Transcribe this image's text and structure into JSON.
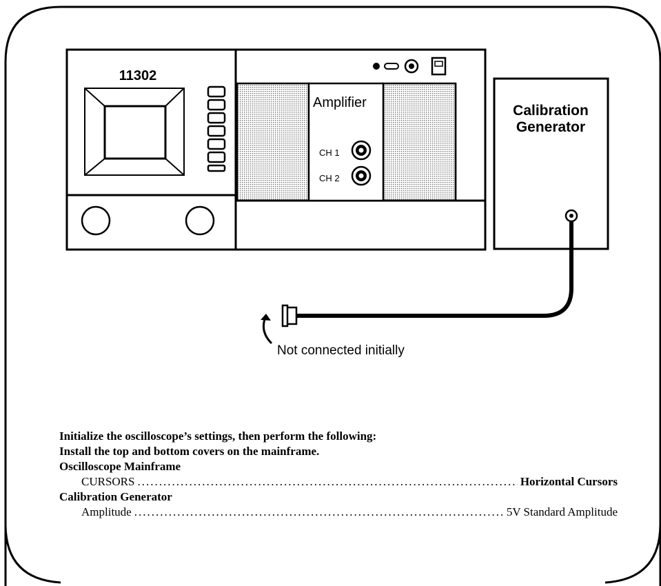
{
  "mainframe": {
    "model": "11302"
  },
  "amplifier": {
    "title": "Amplifier",
    "ch1": "CH 1",
    "ch2": "CH 2"
  },
  "calibration_generator": {
    "line1": "Calibration",
    "line2": "Generator"
  },
  "cable_note": "Not connected initially",
  "instructions": {
    "intro": "Initialize the oscilloscope’s settings, then perform the following:",
    "covers": "Install the top and bottom covers on the mainframe.",
    "mainframe_heading": "Oscilloscope Mainframe",
    "mainframe_setting_name": "CURSORS",
    "mainframe_setting_value": "Horizontal Cursors",
    "generator_heading": "Calibration Generator",
    "generator_setting_name": "Amplitude",
    "generator_setting_value": "5V Standard Amplitude"
  }
}
